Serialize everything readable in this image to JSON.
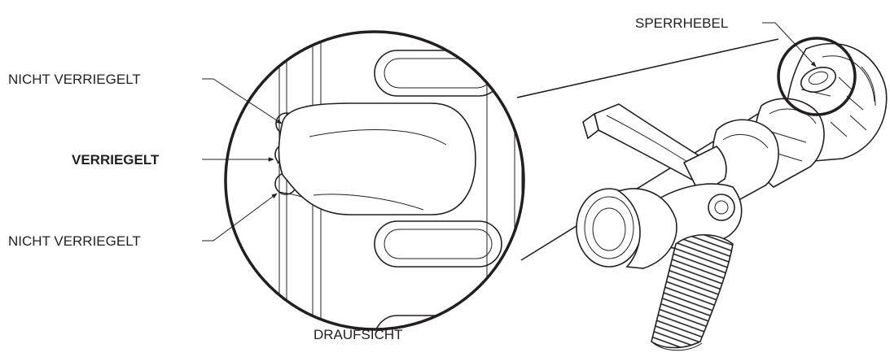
{
  "labels": {
    "unlocked_top": "NICHT VERRIEGELT",
    "locked": "VERRIEGELT",
    "unlocked_bottom": "NICHT VERRIEGELT",
    "top_view": "DRAUFSICHT",
    "lock_lever": "SPERRHEBEL"
  }
}
